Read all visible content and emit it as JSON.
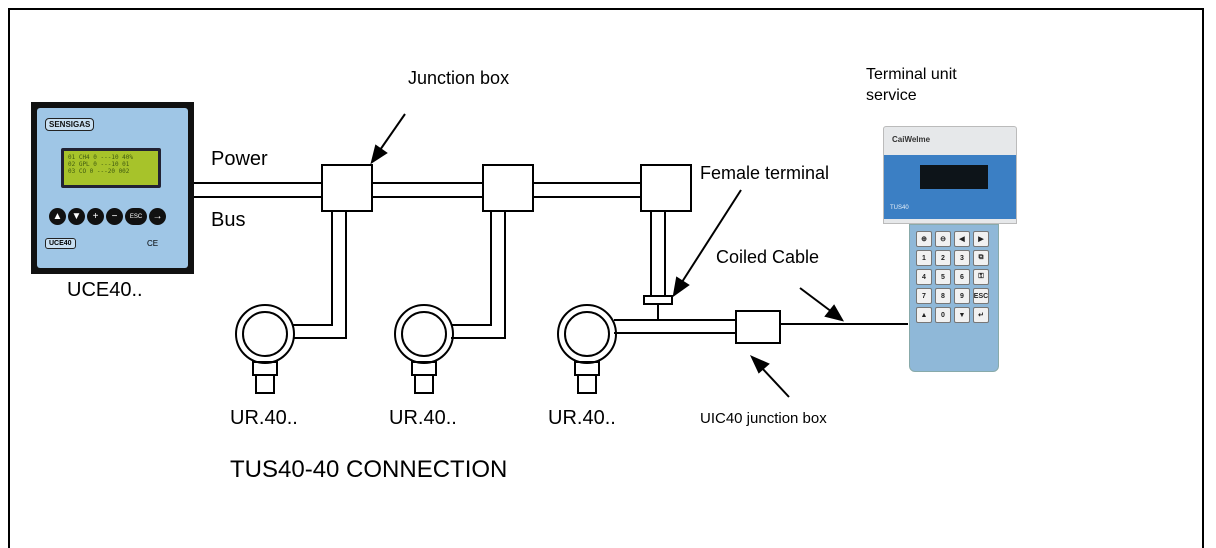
{
  "labels": {
    "junction_box": "Junction box",
    "terminal_unit_line1": "Terminal unit",
    "terminal_unit_line2": "service",
    "power": "Power",
    "bus": "Bus",
    "female_terminal": "Female terminal",
    "coiled_cable": "Coiled Cable",
    "uce40": "UCE40..",
    "ur40_1": "UR.40..",
    "ur40_2": "UR.40..",
    "ur40_3": "UR.40..",
    "uic40": "UIC40 junction box",
    "title": "TUS40-40 CONNECTION"
  },
  "uce_panel": {
    "brand": "SENSIGAS",
    "model": "UCE40",
    "ce": "CE",
    "lcd_lines": [
      "01 CH4 0 ---10 40%",
      "02 GPL 0 ---10 01",
      "03 CO 0 ---20 002"
    ],
    "keys": [
      "▲",
      "▼",
      "+",
      "−",
      "ESC",
      "→"
    ]
  },
  "terminal_unit": {
    "brand": "CaiWelme",
    "band_label": "TUS40",
    "keys": [
      "⊕",
      "⊖",
      "◀",
      "▶",
      "1",
      "2",
      "3",
      "⧉",
      "4",
      "5",
      "6",
      "⚿",
      "7",
      "8",
      "9",
      "ESC",
      "▲",
      "0",
      "▼",
      "↵"
    ]
  }
}
